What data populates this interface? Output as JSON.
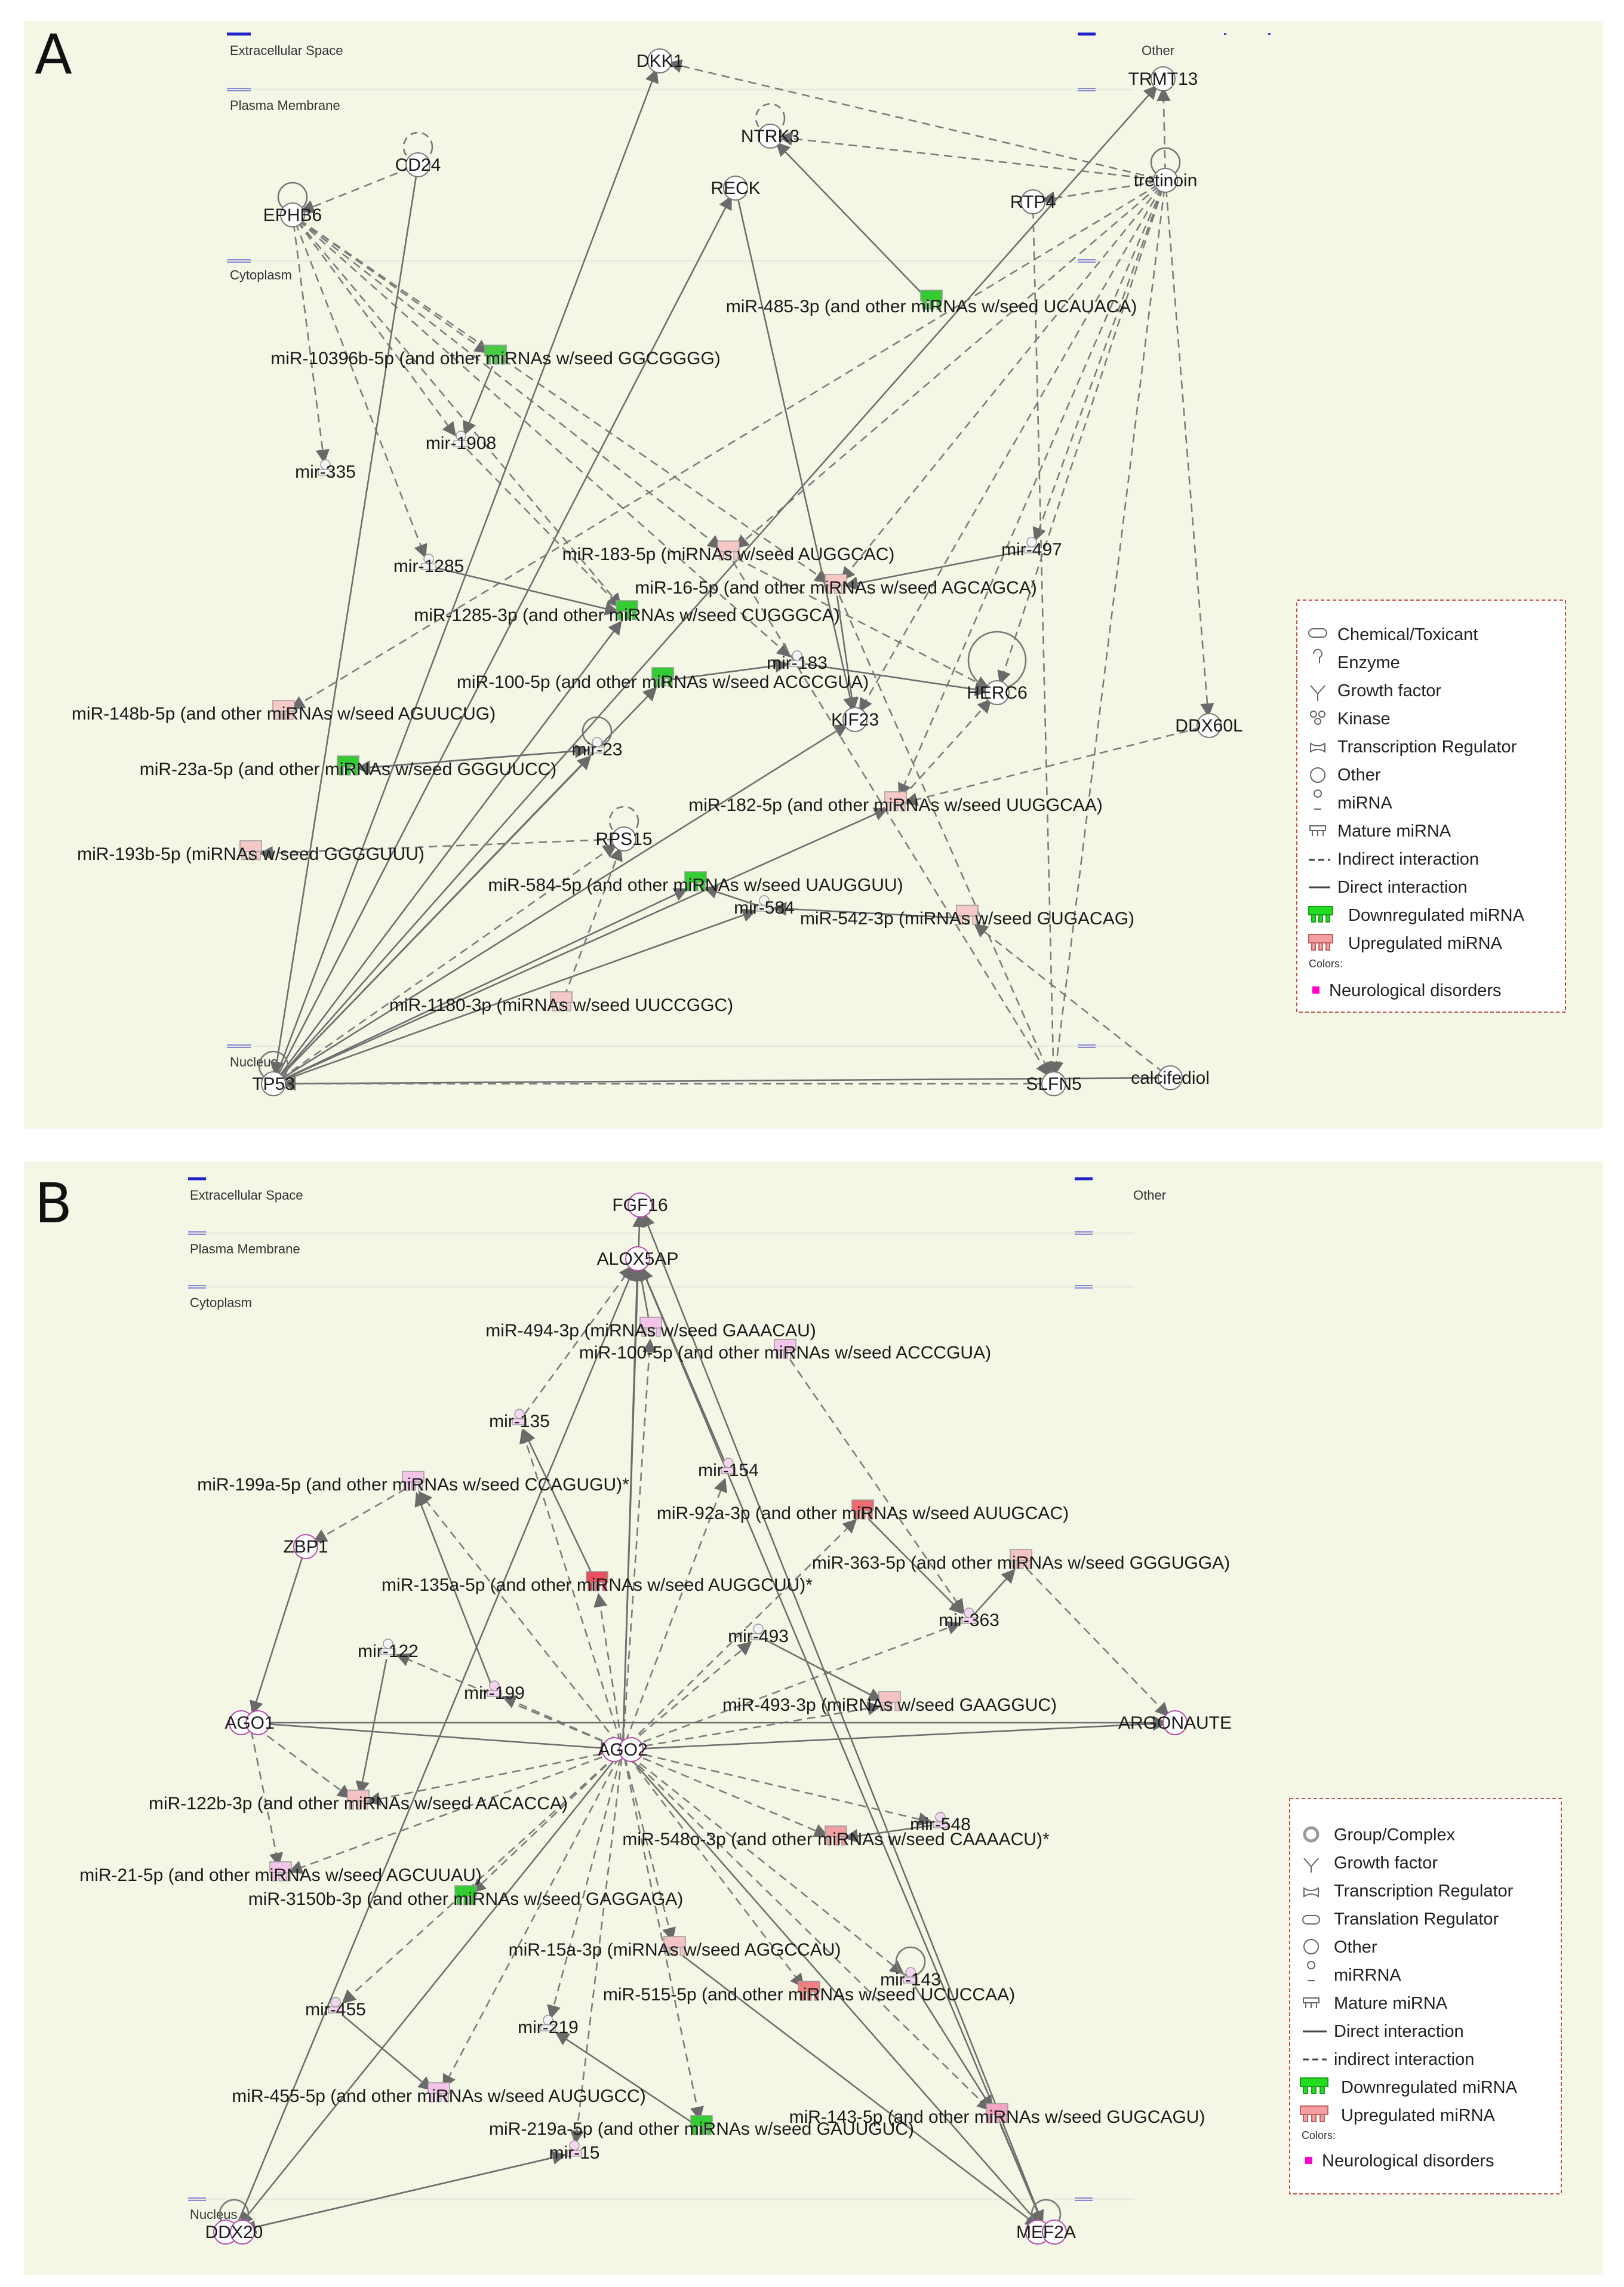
{
  "panels": {
    "A": {
      "letter": "A",
      "regions": [
        "Extracellular Space",
        "Plasma Membrane",
        "Cytoplasm",
        "Nucleus",
        "Other"
      ],
      "legend": {
        "items": [
          "Chemical/Toxicant",
          "Enzyme",
          "Growth factor",
          "Kinase",
          "Transcription Regulator",
          "Other",
          "miRNA",
          "Mature miRNA",
          "Indirect interaction",
          "Direct interaction",
          "Downregulated miRNA",
          "Upregulated miRNA"
        ],
        "colors_label": "Colors:",
        "color_item": "Neurological disorders"
      },
      "nodes": [
        {
          "id": "DKK1",
          "label": "DKK1",
          "shape": "circle",
          "fill": "#ffffff"
        },
        {
          "id": "TRMT13",
          "label": "TRMT13",
          "shape": "circle",
          "fill": "#ffffff"
        },
        {
          "id": "CD24",
          "label": "CD24",
          "shape": "circle",
          "fill": "#ffffff"
        },
        {
          "id": "NTRK3",
          "label": "NTRK3",
          "shape": "circle",
          "fill": "#ffffff"
        },
        {
          "id": "RECK",
          "label": "RECK",
          "shape": "circle",
          "fill": "#ffffff"
        },
        {
          "id": "RTP4",
          "label": "RTP4",
          "shape": "circle",
          "fill": "#ffffff"
        },
        {
          "id": "tretinoin",
          "label": "tretinoin",
          "shape": "circle",
          "fill": "#ffffff"
        },
        {
          "id": "EPHB6",
          "label": "EPHB6",
          "shape": "circle",
          "fill": "#ffffff"
        },
        {
          "id": "m485",
          "label": "miR-485-3p (and other miRNAs w/seed UCAUACA)",
          "shape": "mature",
          "fill": "#33cc33"
        },
        {
          "id": "m10396",
          "label": "miR-10396b-5p (and other miRNAs w/seed GGCGGGG)",
          "shape": "mature",
          "fill": "#44cc44"
        },
        {
          "id": "mir1908",
          "label": "mir-1908",
          "shape": "mirna",
          "fill": "#f4f4f4"
        },
        {
          "id": "mir335",
          "label": "mir-335",
          "shape": "mirna",
          "fill": "#f4f4f4"
        },
        {
          "id": "mir1285",
          "label": "mir-1285",
          "shape": "mirna",
          "fill": "#f4f4f4"
        },
        {
          "id": "m183",
          "label": "miR-183-5p (miRNAs w/seed AUGGCAC)",
          "shape": "mature",
          "fill": "#f6c8c8"
        },
        {
          "id": "mir497",
          "label": "mir-497",
          "shape": "mirna",
          "fill": "#f4f4f4"
        },
        {
          "id": "m16",
          "label": "miR-16-5p (and other miRNAs w/seed AGCAGCA)",
          "shape": "mature",
          "fill": "#f6c8c8"
        },
        {
          "id": "m1285",
          "label": "miR-1285-3p (and other miRNAs w/seed CUGGGCA)",
          "shape": "mature",
          "fill": "#33cc33"
        },
        {
          "id": "mir183",
          "label": "mir-183",
          "shape": "mirna",
          "fill": "#f4f4f4"
        },
        {
          "id": "m100",
          "label": "miR-100-5p (and other miRNAs w/seed ACCCGUA)",
          "shape": "mature",
          "fill": "#33cc33"
        },
        {
          "id": "HERC6",
          "label": "HERC6",
          "shape": "circle",
          "fill": "#ffffff"
        },
        {
          "id": "m148",
          "label": "miR-148b-5p (and other miRNAs w/seed AGUUCUG)",
          "shape": "mature",
          "fill": "#f6c8c8"
        },
        {
          "id": "KIF23",
          "label": "KIF23",
          "shape": "circle",
          "fill": "#ffffff"
        },
        {
          "id": "DDX60L",
          "label": "DDX60L",
          "shape": "circle",
          "fill": "#ffffff"
        },
        {
          "id": "mir23",
          "label": "mir-23",
          "shape": "mirna",
          "fill": "#f4f4f4"
        },
        {
          "id": "m23a",
          "label": "miR-23a-5p (and other miRNAs w/seed GGGUUCC)",
          "shape": "mature",
          "fill": "#33cc33"
        },
        {
          "id": "m182",
          "label": "miR-182-5p (and other miRNAs w/seed UUGGCAA)",
          "shape": "mature",
          "fill": "#f6c8c8"
        },
        {
          "id": "RPS15",
          "label": "RPS15",
          "shape": "circle",
          "fill": "#ffffff"
        },
        {
          "id": "m193",
          "label": "miR-193b-5p (miRNAs w/seed GGGGUUU)",
          "shape": "mature",
          "fill": "#f6c8c8"
        },
        {
          "id": "m584",
          "label": "miR-584-5p (and other miRNAs w/seed UAUGGUU)",
          "shape": "mature",
          "fill": "#33cc33"
        },
        {
          "id": "mir584",
          "label": "mir-584",
          "shape": "mirna",
          "fill": "#f4f4f4"
        },
        {
          "id": "m542",
          "label": "miR-542-3p (miRNAs w/seed GUGACAG)",
          "shape": "mature",
          "fill": "#f6c8c8"
        },
        {
          "id": "m1180",
          "label": "miR-1180-3p (miRNAs w/seed UUCCGGC)",
          "shape": "mature",
          "fill": "#f6c8c8"
        },
        {
          "id": "TP53",
          "label": "TP53",
          "shape": "circle",
          "fill": "#ffffff"
        },
        {
          "id": "SLFN5",
          "label": "SLFN5",
          "shape": "circle",
          "fill": "#ffffff"
        },
        {
          "id": "calcifediol",
          "label": "calcifediol",
          "shape": "circle",
          "fill": "#ffffff"
        }
      ]
    },
    "B": {
      "letter": "B",
      "regions": [
        "Extracellular Space",
        "Plasma Membrane",
        "Cytoplasm",
        "Nucleus",
        "Other"
      ],
      "legend": {
        "items": [
          "Group/Complex",
          "Growth factor",
          "Transcription Regulator",
          "Translation Regulator",
          "Other",
          "miRRNA",
          "Mature miRNA",
          "Direct interaction",
          "indirect interaction",
          "Downregulated miRNA",
          "Upregulated miRNA"
        ],
        "colors_label": "Colors:",
        "color_item": "Neurological disorders"
      },
      "nodes": [
        {
          "id": "FGF16",
          "label": "FGF16",
          "shape": "circle",
          "fill": "#ffffff"
        },
        {
          "id": "ALOX5AP",
          "label": "ALOX5AP",
          "shape": "circle",
          "fill": "#ffffff"
        },
        {
          "id": "m494",
          "label": "miR-494-3p (miRNAs w/seed GAAACAU)",
          "shape": "mature",
          "fill": "#f4c4ea"
        },
        {
          "id": "m100b",
          "label": "miR-100-5p (and other miRNAs w/seed ACCCGUA)",
          "shape": "mature",
          "fill": "#f4c4ea"
        },
        {
          "id": "mir135",
          "label": "mir-135",
          "shape": "mirna",
          "fill": "#f4d6f0"
        },
        {
          "id": "mir154",
          "label": "mir-154",
          "shape": "mirna",
          "fill": "#f4d6f0"
        },
        {
          "id": "m199a",
          "label": "miR-199a-5p (and other miRNAs w/seed CCAGUGU)*",
          "shape": "mature",
          "fill": "#f4c4ea"
        },
        {
          "id": "m92a",
          "label": "miR-92a-3p (and other miRNAs w/seed AUUGCAC)",
          "shape": "mature",
          "fill": "#ee6a70"
        },
        {
          "id": "ZBP1",
          "label": "ZBP1",
          "shape": "circle",
          "fill": "#ffffff"
        },
        {
          "id": "m135a",
          "label": "miR-135a-5p (and other miRNAs w/seed AUGGCUU)*",
          "shape": "mature",
          "fill": "#e8505e"
        },
        {
          "id": "m363",
          "label": "miR-363-5p (and other miRNAs w/seed GGGUGGA)",
          "shape": "mature",
          "fill": "#f4c4c4"
        },
        {
          "id": "mir363",
          "label": "mir-363",
          "shape": "mirna",
          "fill": "#f4d6f0"
        },
        {
          "id": "mir122",
          "label": "mir-122",
          "shape": "mirna",
          "fill": "#f2f2f2"
        },
        {
          "id": "mir493",
          "label": "mir-493",
          "shape": "mirna",
          "fill": "#f2f2f2"
        },
        {
          "id": "mir199",
          "label": "mir-199",
          "shape": "mirna",
          "fill": "#f4d6f0"
        },
        {
          "id": "AGO1",
          "label": "AGO1",
          "shape": "double",
          "fill": "#ffffff"
        },
        {
          "id": "m493",
          "label": "miR-493-3p (miRNAs w/seed GAAGGUC)",
          "shape": "mature",
          "fill": "#f4c4c4"
        },
        {
          "id": "ARGONAUTE",
          "label": "ARGONAUTE",
          "shape": "circle",
          "fill": "#ffffff"
        },
        {
          "id": "AGO2",
          "label": "AGO2",
          "shape": "double",
          "fill": "#ffffff"
        },
        {
          "id": "m122b",
          "label": "miR-122b-3p (and other miRNAs w/seed AACACCA)",
          "shape": "mature",
          "fill": "#f4c4c4"
        },
        {
          "id": "mir548",
          "label": "mir-548",
          "shape": "mirna",
          "fill": "#f4d6f0"
        },
        {
          "id": "m548o",
          "label": "miR-548o-3p (and other miRNAs w/seed CAAAACU)*",
          "shape": "mature",
          "fill": "#f0a0a0"
        },
        {
          "id": "m21",
          "label": "miR-21-5p (and other miRNAs w/seed AGCUUAU)",
          "shape": "mature",
          "fill": "#f4c4ea"
        },
        {
          "id": "m3150",
          "label": "miR-3150b-3p (and other miRNAs w/seed GAGGAGA)",
          "shape": "mature",
          "fill": "#33cc33"
        },
        {
          "id": "m15a",
          "label": "miR-15a-3p (miRNAs w/seed AGGCCAU)",
          "shape": "mature",
          "fill": "#f4c4c4"
        },
        {
          "id": "mir143",
          "label": "mir-143",
          "shape": "mirna",
          "fill": "#f4d6f0"
        },
        {
          "id": "m515",
          "label": "miR-515-5p (and other miRNAs w/seed UCUCCAA)",
          "shape": "mature",
          "fill": "#f08080"
        },
        {
          "id": "mir455",
          "label": "mir-455",
          "shape": "mirna",
          "fill": "#f4d6f0"
        },
        {
          "id": "mir219",
          "label": "mir-219",
          "shape": "mirna",
          "fill": "#f2f2f2"
        },
        {
          "id": "m455",
          "label": "miR-455-5p (and other miRNAs w/seed AUGUGCC)",
          "shape": "mature",
          "fill": "#f4c4ea"
        },
        {
          "id": "m143",
          "label": "miR-143-5p (and other miRNAs w/seed GUGCAGU)",
          "shape": "mature",
          "fill": "#f4a4c4"
        },
        {
          "id": "m219a",
          "label": "miR-219a-5p (and other miRNAs w/seed GAUUGUC)",
          "shape": "mature",
          "fill": "#33cc33"
        },
        {
          "id": "mir15",
          "label": "mir-15",
          "shape": "mirna",
          "fill": "#f4d6f0"
        },
        {
          "id": "DDX20",
          "label": "DDX20",
          "shape": "double",
          "fill": "#ffffff"
        },
        {
          "id": "MEF2A",
          "label": "MEF2A",
          "shape": "double",
          "fill": "#ffffff"
        }
      ]
    }
  },
  "colors": {
    "panel_bg": "#f5f7e6",
    "direct": "#6e6e6e",
    "indirect": "#7c7c7c",
    "downregulated": "#33cc33",
    "upregulated": "#f4a0a0",
    "neurological": "#ff00cc",
    "node_border_B": "#b24fa8"
  }
}
